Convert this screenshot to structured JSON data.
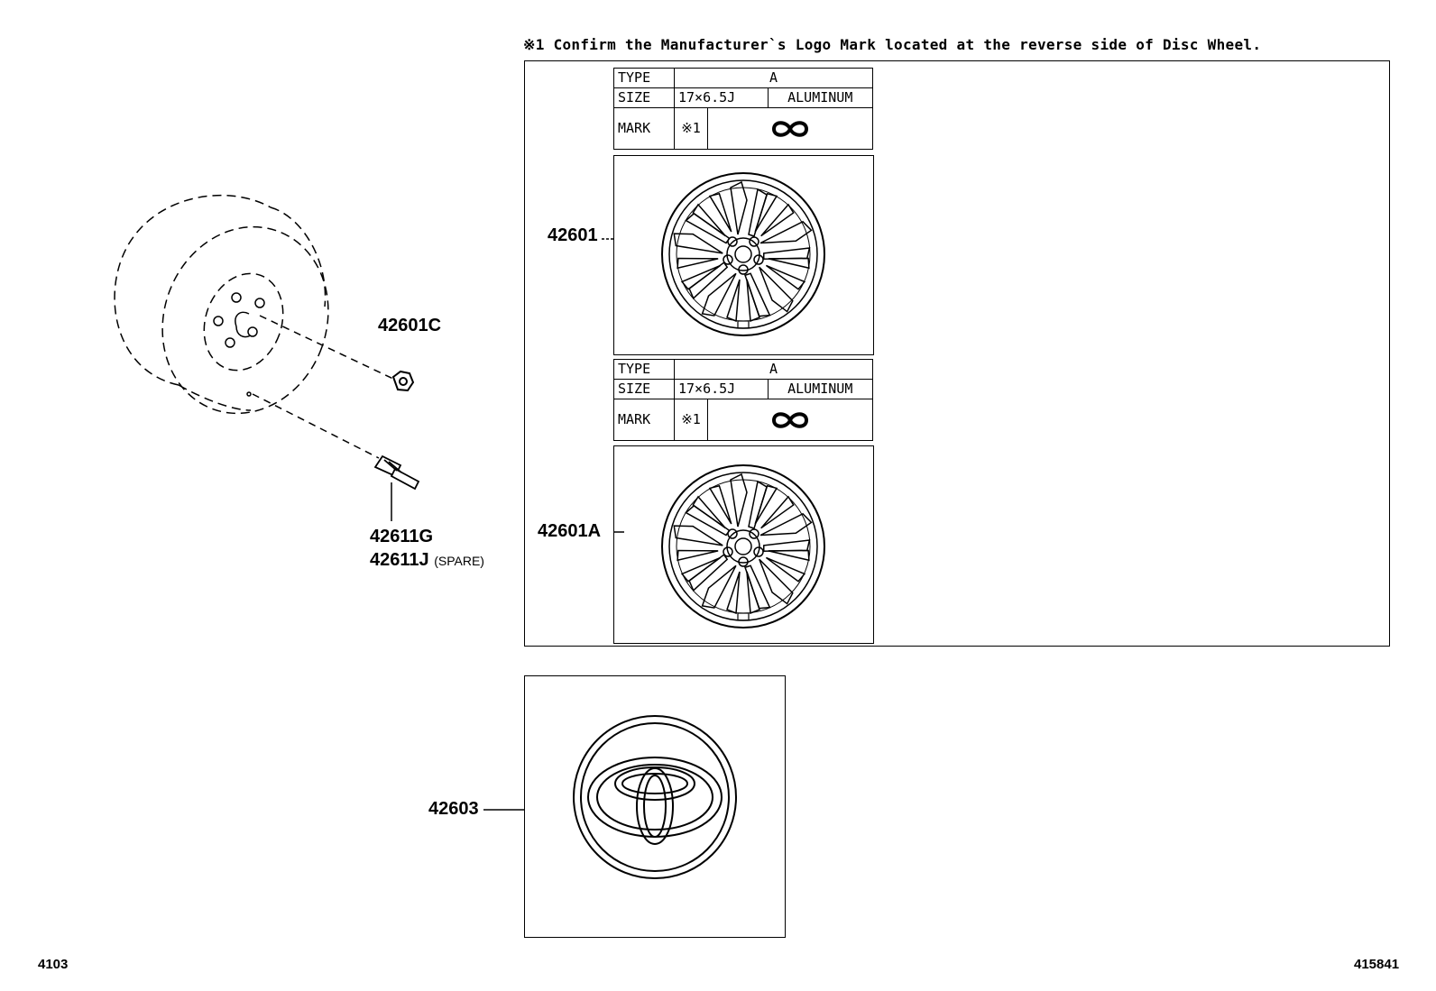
{
  "note": "※1  Confirm the Manufacturer`s Logo Mark located at the reverse side of Disc Wheel.",
  "wheel_tables": [
    {
      "part_number": "42601",
      "type_label": "TYPE",
      "type_value": "A",
      "size_label": "SIZE",
      "size_value": "17×6.5J",
      "material": "ALUMINUM",
      "mark_label": "MARK",
      "mark_ref": "※1"
    },
    {
      "part_number": "42601A",
      "type_label": "TYPE",
      "type_value": "A",
      "size_label": "SIZE",
      "size_value": "17×6.5J",
      "material": "ALUMINUM",
      "mark_label": "MARK",
      "mark_ref": "※1"
    }
  ],
  "callouts": {
    "nut": "42601C",
    "valve": "42611G",
    "valve_spare": "42611J",
    "spare_note": "(SPARE)",
    "cap": "42603"
  },
  "footer": {
    "left": "4103",
    "right": "415841"
  },
  "icons": {
    "logo_mark": "infinity-logo-icon",
    "emblem": "toyota-emblem-icon"
  }
}
